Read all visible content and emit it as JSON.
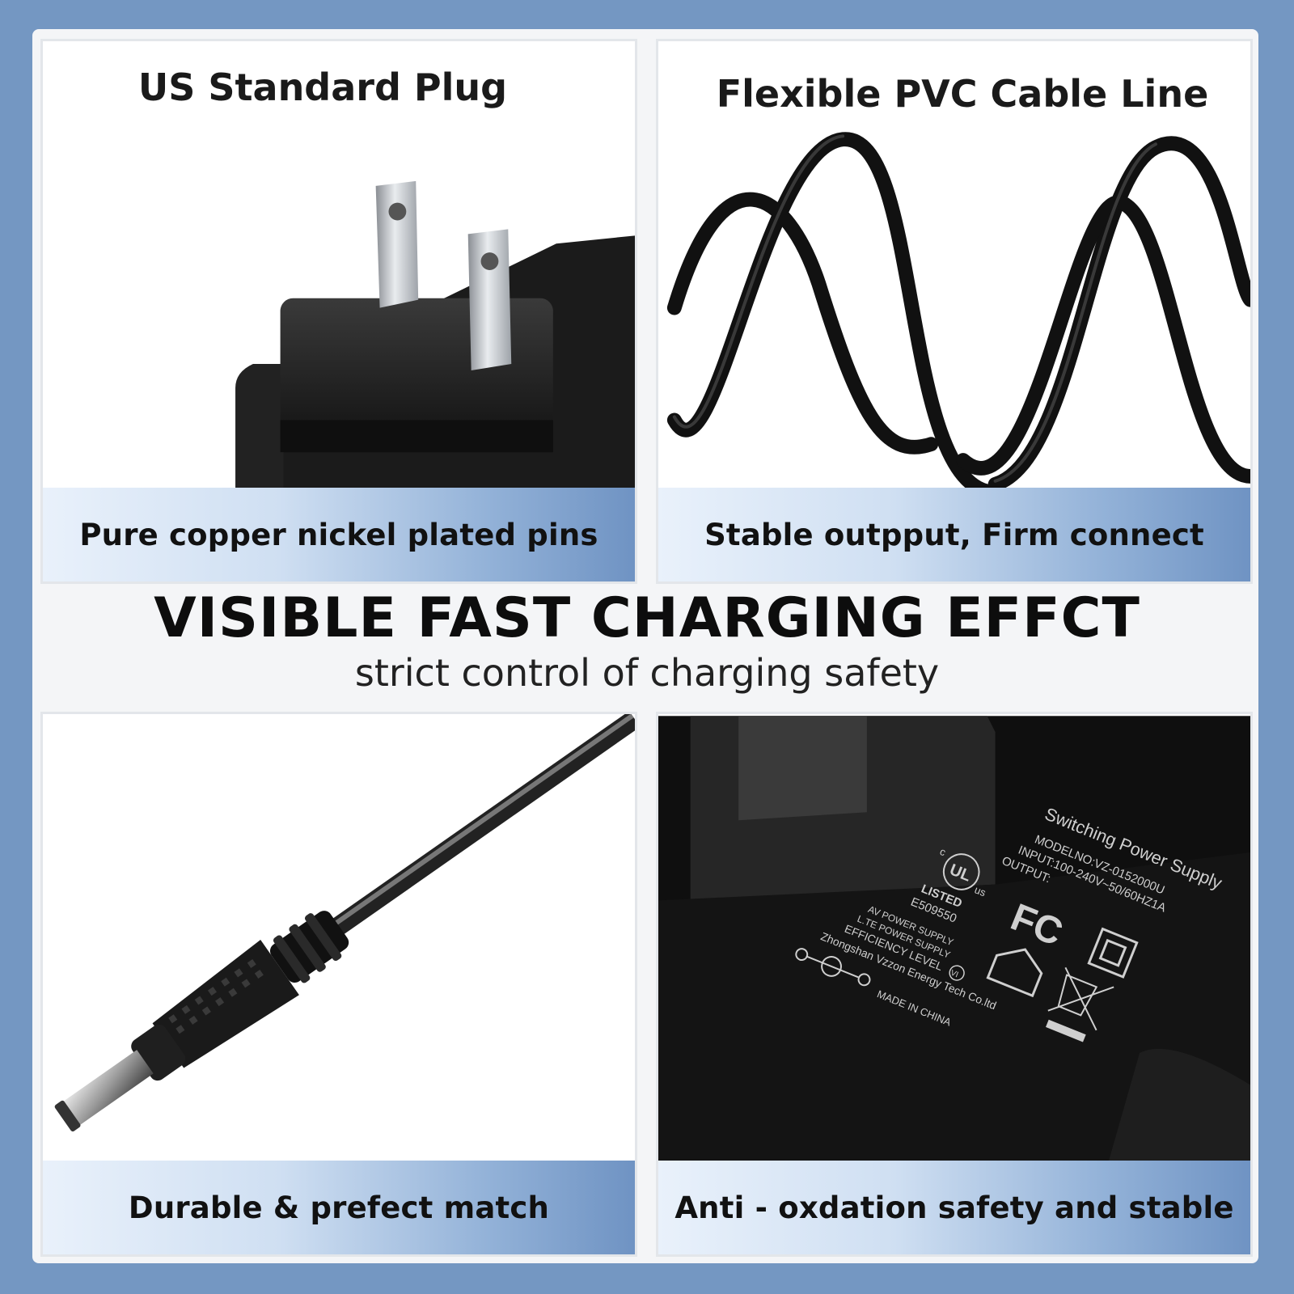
{
  "panels": {
    "plug": {
      "title": "US Standard Plug",
      "caption": "Pure copper nickel plated pins"
    },
    "cable": {
      "title": "Flexible PVC Cable Line",
      "caption": "Stable outpput, Firm connect"
    },
    "connector": {
      "caption": "Durable & prefect match"
    },
    "label": {
      "caption": "Anti - oxdation safety and stable"
    }
  },
  "headline": "VISIBLE FAST CHARGING EFFCT",
  "subheadline": "strict control of charging safety",
  "adapter_label": {
    "heading": "Switching Power Supply",
    "model": "MODELNO:VZ-0152000U",
    "input": "INPUT:100-240V~50/60HZ1A",
    "output": "OUTPUT:",
    "listed": "LISTED",
    "file_no": "E509550",
    "fc": "FC",
    "ul": "UL",
    "c": "c",
    "us": "us",
    "line1": "AV POWER SUPPLY",
    "line2": "L.TE POWER SUPPLY",
    "line3": "EFFICIENCY LEVEL",
    "level": "VI",
    "maker": "Zhongshan Vzzon Energy Tech Co.ltd",
    "origin": "MADE IN CHINA"
  },
  "colors": {
    "background": "#7497c2",
    "card": "#f4f5f7",
    "caption_gradient_end": "#6f93c3"
  }
}
